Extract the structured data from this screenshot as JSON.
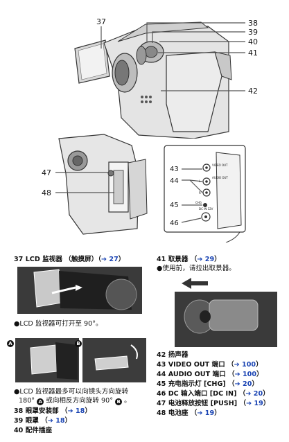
{
  "callouts": {
    "n37": "37",
    "n38": "38",
    "n39": "39",
    "n40": "40",
    "n41": "41",
    "n42": "42",
    "n43": "43",
    "n44": "44",
    "n45": "45",
    "n46": "46",
    "n47": "47",
    "n48": "48"
  },
  "jacks": {
    "video": "VIDEO OUT",
    "audio": "AUDIO OUT",
    "l": "L",
    "r": "R",
    "chg": "CHG",
    "dcin": "DC IN 12V"
  },
  "left": {
    "item37_label": "37 LCD 监视器 （触摸屏）（",
    "item37_ref": "➔ 27",
    "item37_close": "）",
    "lcd_open_note": "●LCD 监视器可打开至 90°。",
    "badge_a": "A",
    "badge_b": "B",
    "rotate_line1": "●LCD 监视器最多可以向镜头方向旋转",
    "rotate_line2a": "180°",
    "rotate_line2b": "或向相反方向旋转 90°",
    "rotate_line2c": "。",
    "item38_label": "38 眼罩安装部 （",
    "item38_ref": "➔ 18",
    "item38_close": "）",
    "item39_label": "39 眼罩 （",
    "item39_ref": "➔ 18",
    "item39_close": "）",
    "item40_label": "40 配件插座"
  },
  "right": {
    "item41_label": "41 取景器 （",
    "item41_ref": "➔ 29",
    "item41_close": "）",
    "item41_note": "●使用前，请拉出取景器。",
    "item42_label": "42 扬声器",
    "item43_label": "43 VIDEO OUT 端口 （",
    "item43_ref": "➔ 100",
    "item43_close": "）",
    "item44_label": "44 AUDIO OUT 端口 （",
    "item44_ref": "➔ 100",
    "item44_close": "）",
    "item45_label": "45 充电指示灯 [CHG] （",
    "item45_ref": "➔ 20",
    "item45_close": "）",
    "item46_label": "46 DC 输入端口 [DC IN] （",
    "item46_ref": "➔ 20",
    "item46_close": "）",
    "item47_label": "47 电池释放按钮 [PUSH] （",
    "item47_ref": "➔ 19",
    "item47_close": "）",
    "item48_label": "48 电池座 （",
    "item48_ref": "➔ 19",
    "item48_close": "）"
  }
}
